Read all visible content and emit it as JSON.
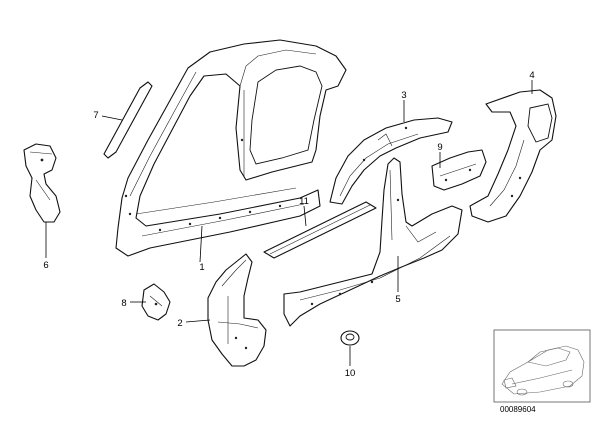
{
  "callouts": {
    "c1": "1",
    "c2": "2",
    "c3": "3",
    "c4": "4",
    "c5": "5",
    "c6": "6",
    "c7": "7",
    "c8": "8",
    "c9": "9",
    "c10": "10",
    "c11": "11"
  },
  "document_number": "00089604",
  "colors": {
    "line": "#111111",
    "background": "#ffffff"
  }
}
